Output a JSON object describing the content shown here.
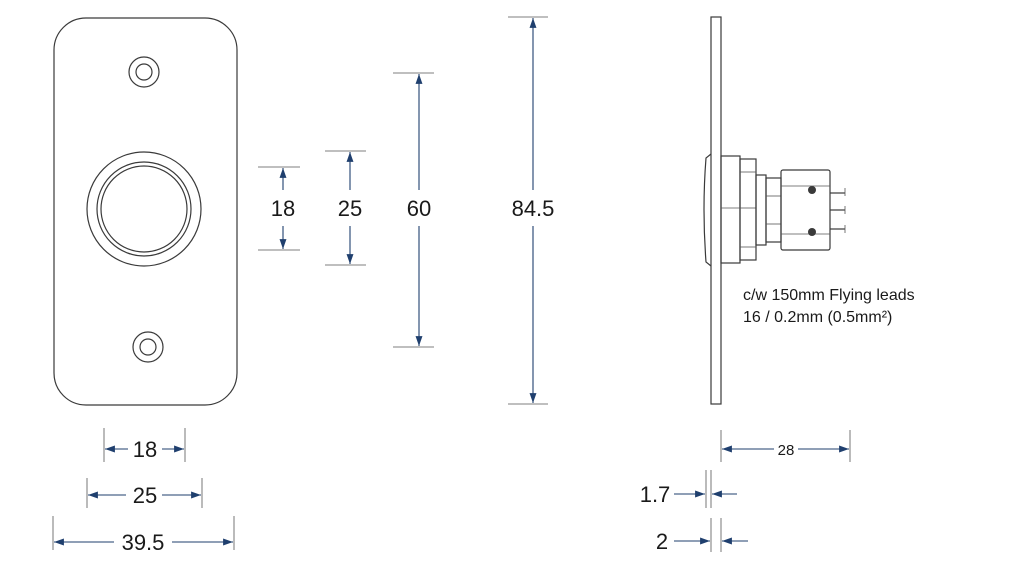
{
  "dimensions": {
    "height_button": "18",
    "height_bezel": "25",
    "height_hole_spacing": "60",
    "height_plate": "84.5",
    "width_button": "18",
    "width_bezel": "25",
    "width_plate": "39.5",
    "depth_body": "28",
    "bezel_thickness": "1.7",
    "plate_thickness": "2"
  },
  "note": {
    "line1": "c/w 150mm Flying leads",
    "line2": "16 / 0.2mm (0.5mm²)"
  },
  "colors": {
    "dimension": "#1f3f6e",
    "outline": "#3a3a3a"
  }
}
